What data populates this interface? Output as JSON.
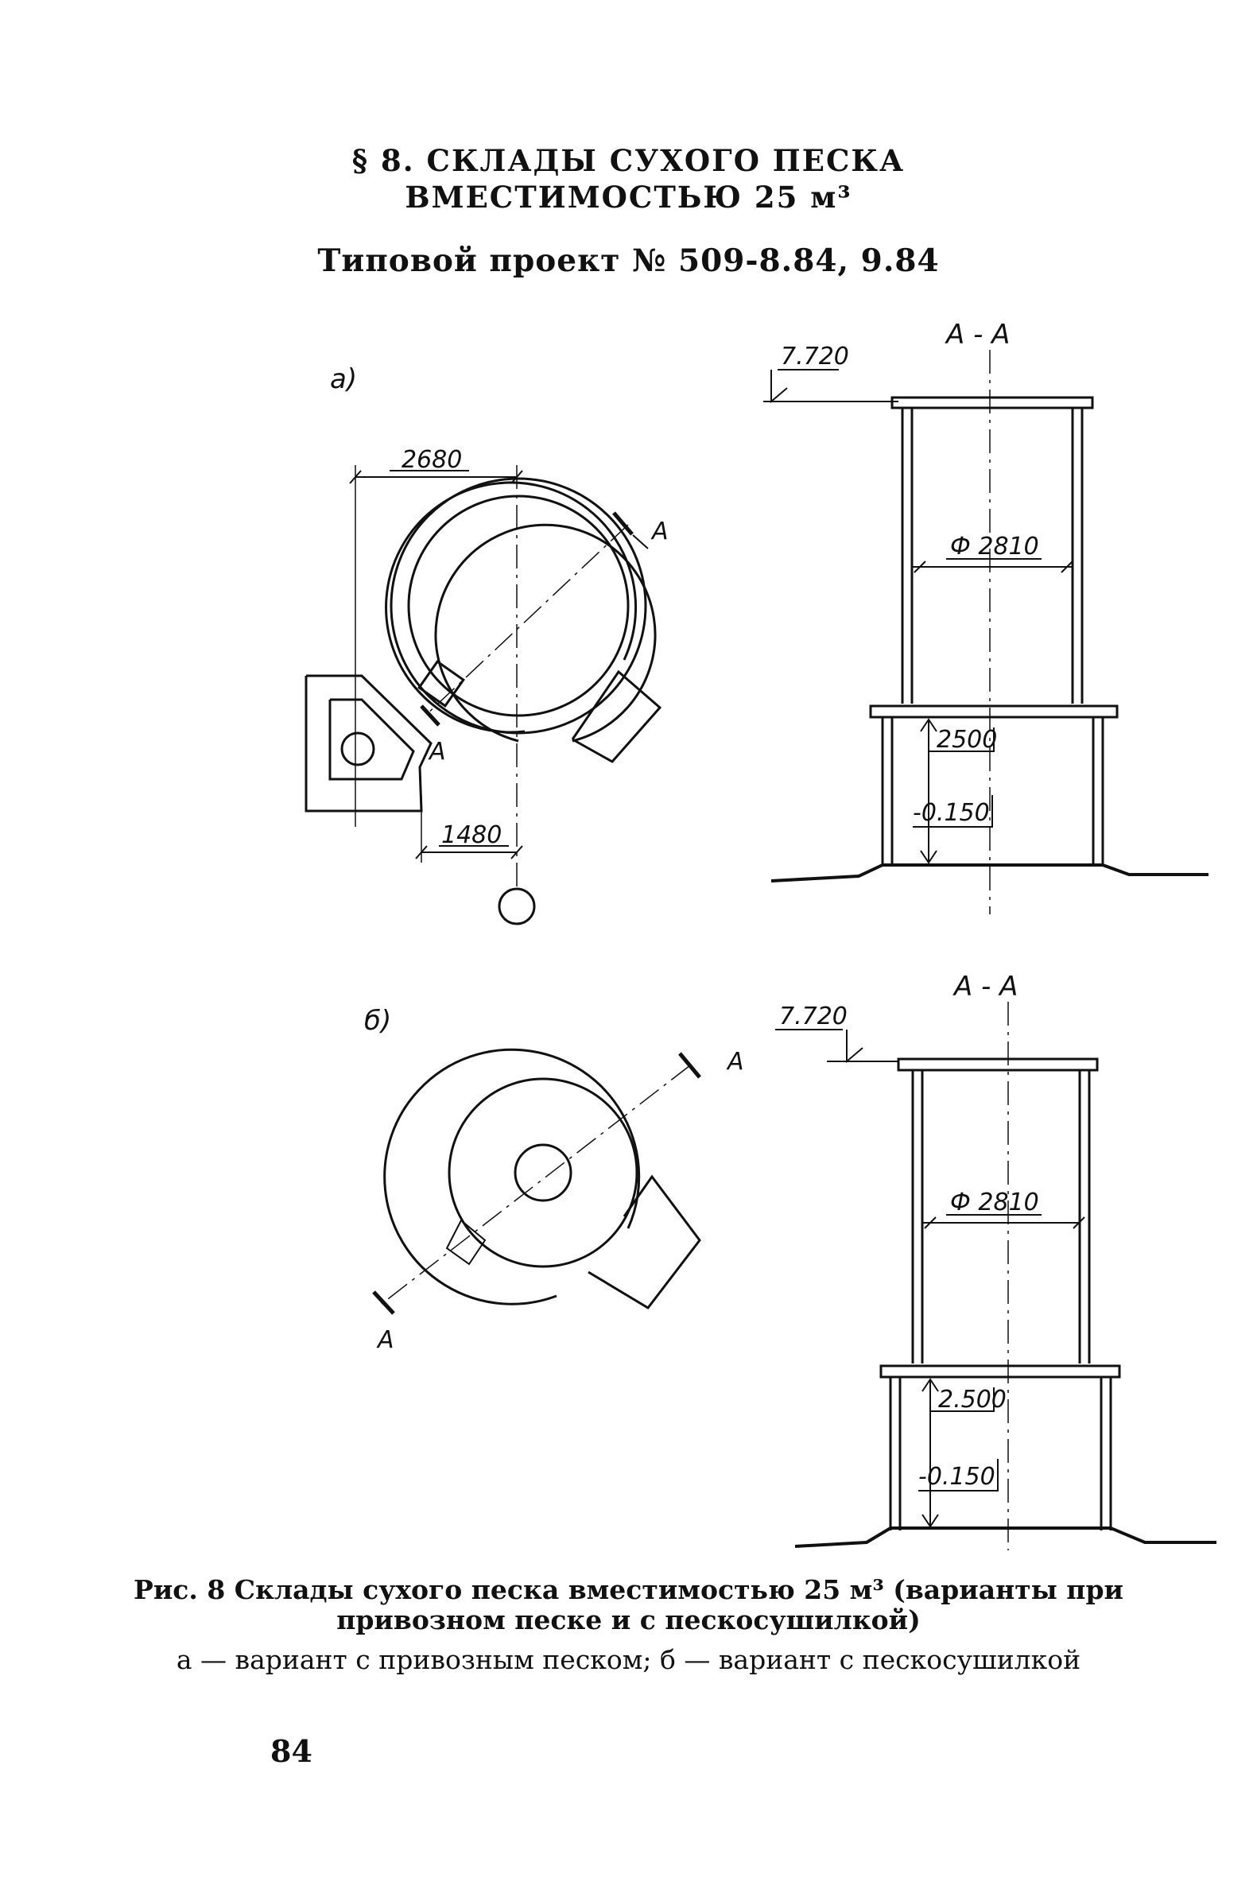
{
  "heading": {
    "line1": "§ 8. СКЛАДЫ СУХОГО ПЕСКА",
    "line2": "ВМЕСТИМОСТЬЮ 25 м³",
    "project": "Типовой проект № 509-8.84, 9.84"
  },
  "drawing_a": {
    "label": "а)",
    "dim_top": "2680",
    "dim_bottom": "1480",
    "section_mark": "А",
    "section_title": "А - А",
    "elev_top": "7.720",
    "diameter": "Ф 2810",
    "elev_mid": "2500",
    "elev_ground": "-0.150"
  },
  "drawing_b": {
    "label": "б)",
    "section_mark": "А",
    "section_title": "А - А",
    "elev_top": "7.720",
    "diameter": "Ф 2810",
    "elev_mid": "2.500",
    "elev_ground": "-0.150"
  },
  "caption": {
    "line1": "Рис. 8 Склады сухого песка вместимостью 25 м³ (варианты при",
    "line2": "привозном песке и с пескосушилкой)",
    "line3": "а — вариант с привозным песком; б — вариант с пескосушилкой"
  },
  "page_number": "84"
}
